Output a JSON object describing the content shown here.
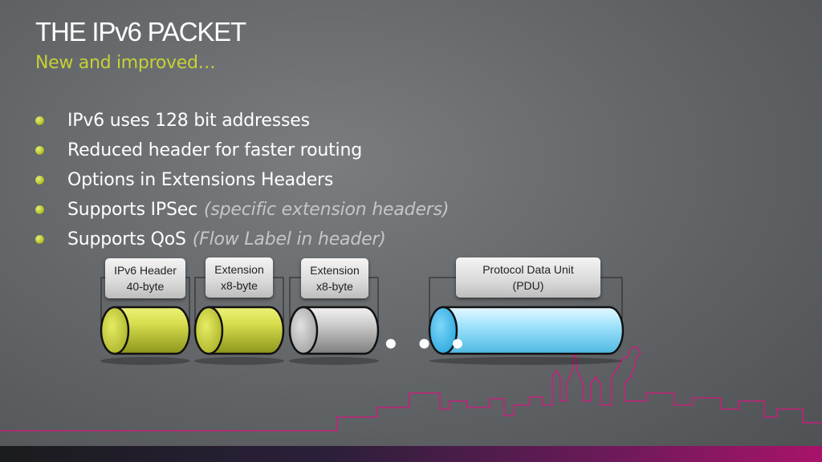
{
  "slide": {
    "title": "THE IPv6 PACKET",
    "subtitle": "New and improved…"
  },
  "bullets": [
    {
      "text": "IPv6 uses 128 bit addresses",
      "note": ""
    },
    {
      "text": "Reduced header for faster routing",
      "note": ""
    },
    {
      "text": "Options in Extensions Headers",
      "note": ""
    },
    {
      "text": "Supports IPSec",
      "note": "(specific extension headers)"
    },
    {
      "text": "Supports QoS",
      "note": "(Flow Label in header)"
    }
  ],
  "packet": {
    "segments": [
      {
        "line1": "IPv6 Header",
        "line2": "40-byte",
        "color": "#c7cf3a"
      },
      {
        "line1": "Extension",
        "line2": "x8-byte",
        "color": "#c7cf3a"
      },
      {
        "line1": "Extension",
        "line2": "x8-byte",
        "color": "#b8b8b8"
      },
      {
        "line1": "Protocol Data Unit",
        "line2": "(PDU)",
        "color": "#8fdcf8"
      }
    ],
    "ellipsis": "• • •"
  },
  "colors": {
    "accent": "#c6d233",
    "skyline": "#c2227a"
  }
}
